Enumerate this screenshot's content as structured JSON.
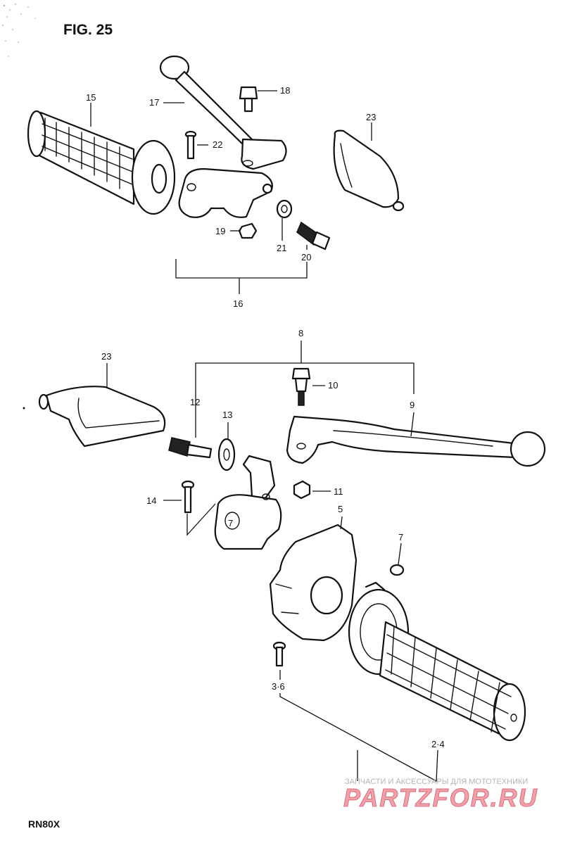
{
  "figure": {
    "title": "FIG. 25",
    "model": "RN80X"
  },
  "callouts": {
    "p2_4": "2·4",
    "p3_6": "3·6",
    "p5": "5",
    "p7a": "7",
    "p7b": "7",
    "p8": "8",
    "p9": "9",
    "p10": "10",
    "p11": "11",
    "p12": "12",
    "p13": "13",
    "p14": "14",
    "p15": "15",
    "p16": "16",
    "p17": "17",
    "p18": "18",
    "p19": "19",
    "p20": "20",
    "p21": "21",
    "p22": "22",
    "p23a": "23",
    "p23b": "23"
  },
  "watermark": {
    "caption": "ЗАПЧАСТИ И АКСЕССУАРЫ ДЛЯ МОТОТЕХНИКИ",
    "brand": "PARTZFOR.RU"
  }
}
